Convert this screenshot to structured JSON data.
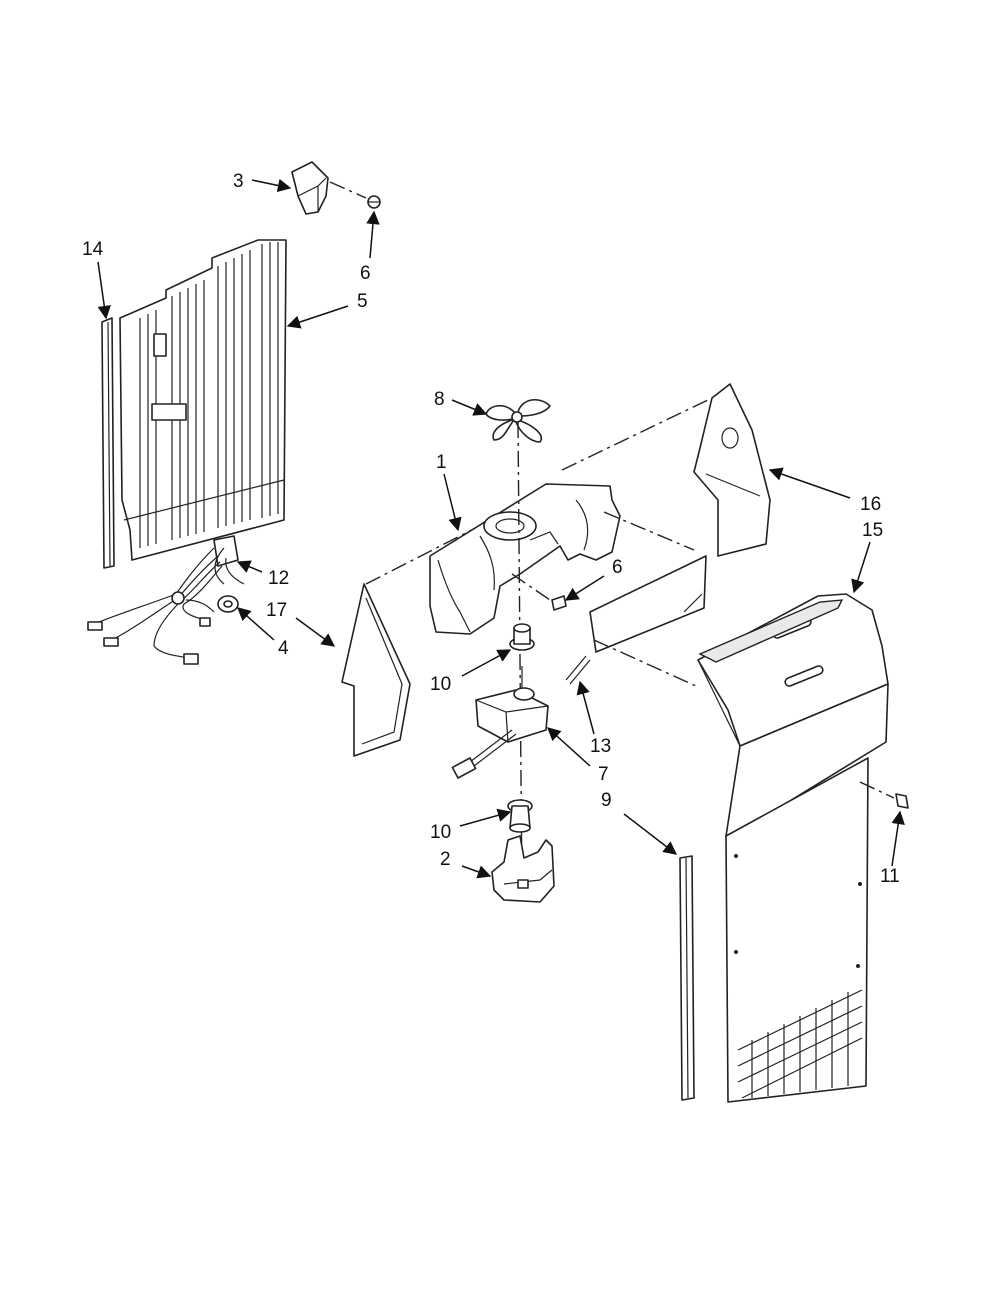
{
  "callouts": [
    {
      "id": "c1",
      "label": "1"
    },
    {
      "id": "c2",
      "label": "2"
    },
    {
      "id": "c3",
      "label": "3"
    },
    {
      "id": "c4",
      "label": "4"
    },
    {
      "id": "c5",
      "label": "5"
    },
    {
      "id": "c6a",
      "label": "6"
    },
    {
      "id": "c6b",
      "label": "6"
    },
    {
      "id": "c7",
      "label": "7"
    },
    {
      "id": "c8",
      "label": "8"
    },
    {
      "id": "c9",
      "label": "9"
    },
    {
      "id": "c10a",
      "label": "10"
    },
    {
      "id": "c10b",
      "label": "10"
    },
    {
      "id": "c11",
      "label": "11"
    },
    {
      "id": "c12",
      "label": "12"
    },
    {
      "id": "c13",
      "label": "13"
    },
    {
      "id": "c14",
      "label": "14"
    },
    {
      "id": "c15",
      "label": "15"
    },
    {
      "id": "c16",
      "label": "16"
    },
    {
      "id": "c17",
      "label": "17"
    }
  ]
}
